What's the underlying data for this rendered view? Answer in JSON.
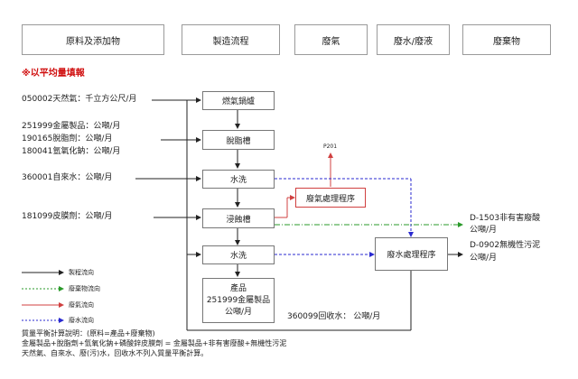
{
  "headers": [
    "原料及添加物",
    "製造流程",
    "廢氣",
    "廢水/廢液",
    "廢棄物"
  ],
  "note": "※以平均量填報",
  "inputs": [
    "050002天然氣：千立方公尺/月",
    "251999金屬製品：公噸/月",
    "190165脫脂劑：公噸/月",
    "180041氫氧化鈉：公噸/月",
    "360001自來水：公噸/月",
    "181099皮膜劑：公噸/月"
  ],
  "process": {
    "boiler": "燃氣鍋爐",
    "degrease": "脫脂槽",
    "wash1": "水洗",
    "dip": "浸蝕槽",
    "wash2": "水洗",
    "product_line1": "產品",
    "product_line2": "251999金屬製品",
    "product_line3": "公噸/月"
  },
  "gas_treatment": "廢氣處理程序",
  "stack": "P201",
  "water_treatment": "廢水處理程序",
  "recycle": "360099回收水：  公噸/月",
  "outputs": {
    "hazardous_line1": "D-1503非有害廢酸",
    "hazardous_line2": "公噸/月",
    "sludge_line1": "D-0902無機性污泥",
    "sludge_line2": "公噸/月"
  },
  "legend": [
    {
      "label": "製程流向",
      "color": "#222222",
      "style": "solid"
    },
    {
      "label": "廢棄物流向",
      "color": "#2a9a2a",
      "style": "dash-dot"
    },
    {
      "label": "廢氣流向",
      "color": "#d04040",
      "style": "solid"
    },
    {
      "label": "廢水流向",
      "color": "#2a2ad0",
      "style": "dashed"
    }
  ],
  "footer": [
    "質量平衡計算說明：(原料=產品+廢棄物)",
    "金屬製品+脫脂劑+氫氧化鈉+磷酸鋅皮膜劑 = 金屬製品+非有害廢酸+無機性污泥",
    "天然氣、自來水、廢(污)水，回收水不列入質量平衡計算。"
  ]
}
